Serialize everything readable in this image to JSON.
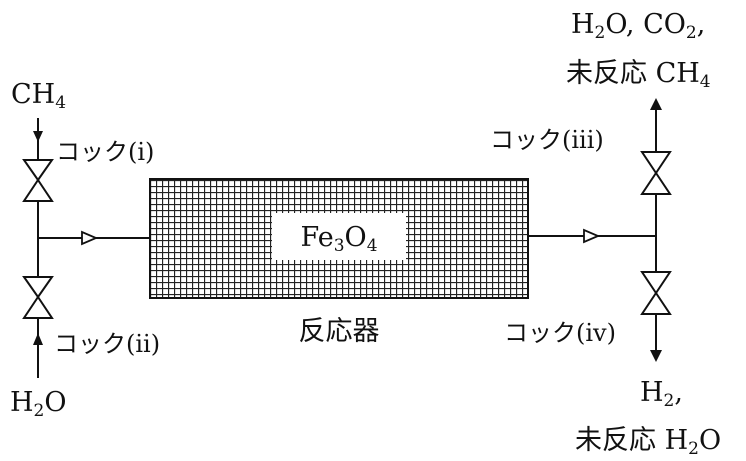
{
  "inlet_ch4": "CH",
  "inlet_ch4_sub": "4",
  "inlet_h2o_a": "H",
  "inlet_h2o_sub": "2",
  "inlet_h2o_b": "O",
  "cock_i": "コック(i)",
  "cock_ii": "コック(ii)",
  "cock_iii": "コック(iii)",
  "cock_iv": "コック(iv)",
  "reactor_name": "反応器",
  "catalyst": {
    "a": "Fe",
    "s1": "3",
    "b": "O",
    "s2": "4"
  },
  "outlet_top": {
    "line1": {
      "a": "H",
      "s1": "2",
      "b": "O, CO",
      "s2": "2",
      "c": ","
    },
    "line2": {
      "a": "未反応 CH",
      "s1": "4"
    }
  },
  "outlet_bottom": {
    "line1": {
      "a": "H",
      "s1": "2",
      "b": ","
    },
    "line2": {
      "a": "未反応 H",
      "s1": "2",
      "b": "O"
    }
  },
  "colors": {
    "ink": "#111111",
    "background": "#ffffff"
  }
}
